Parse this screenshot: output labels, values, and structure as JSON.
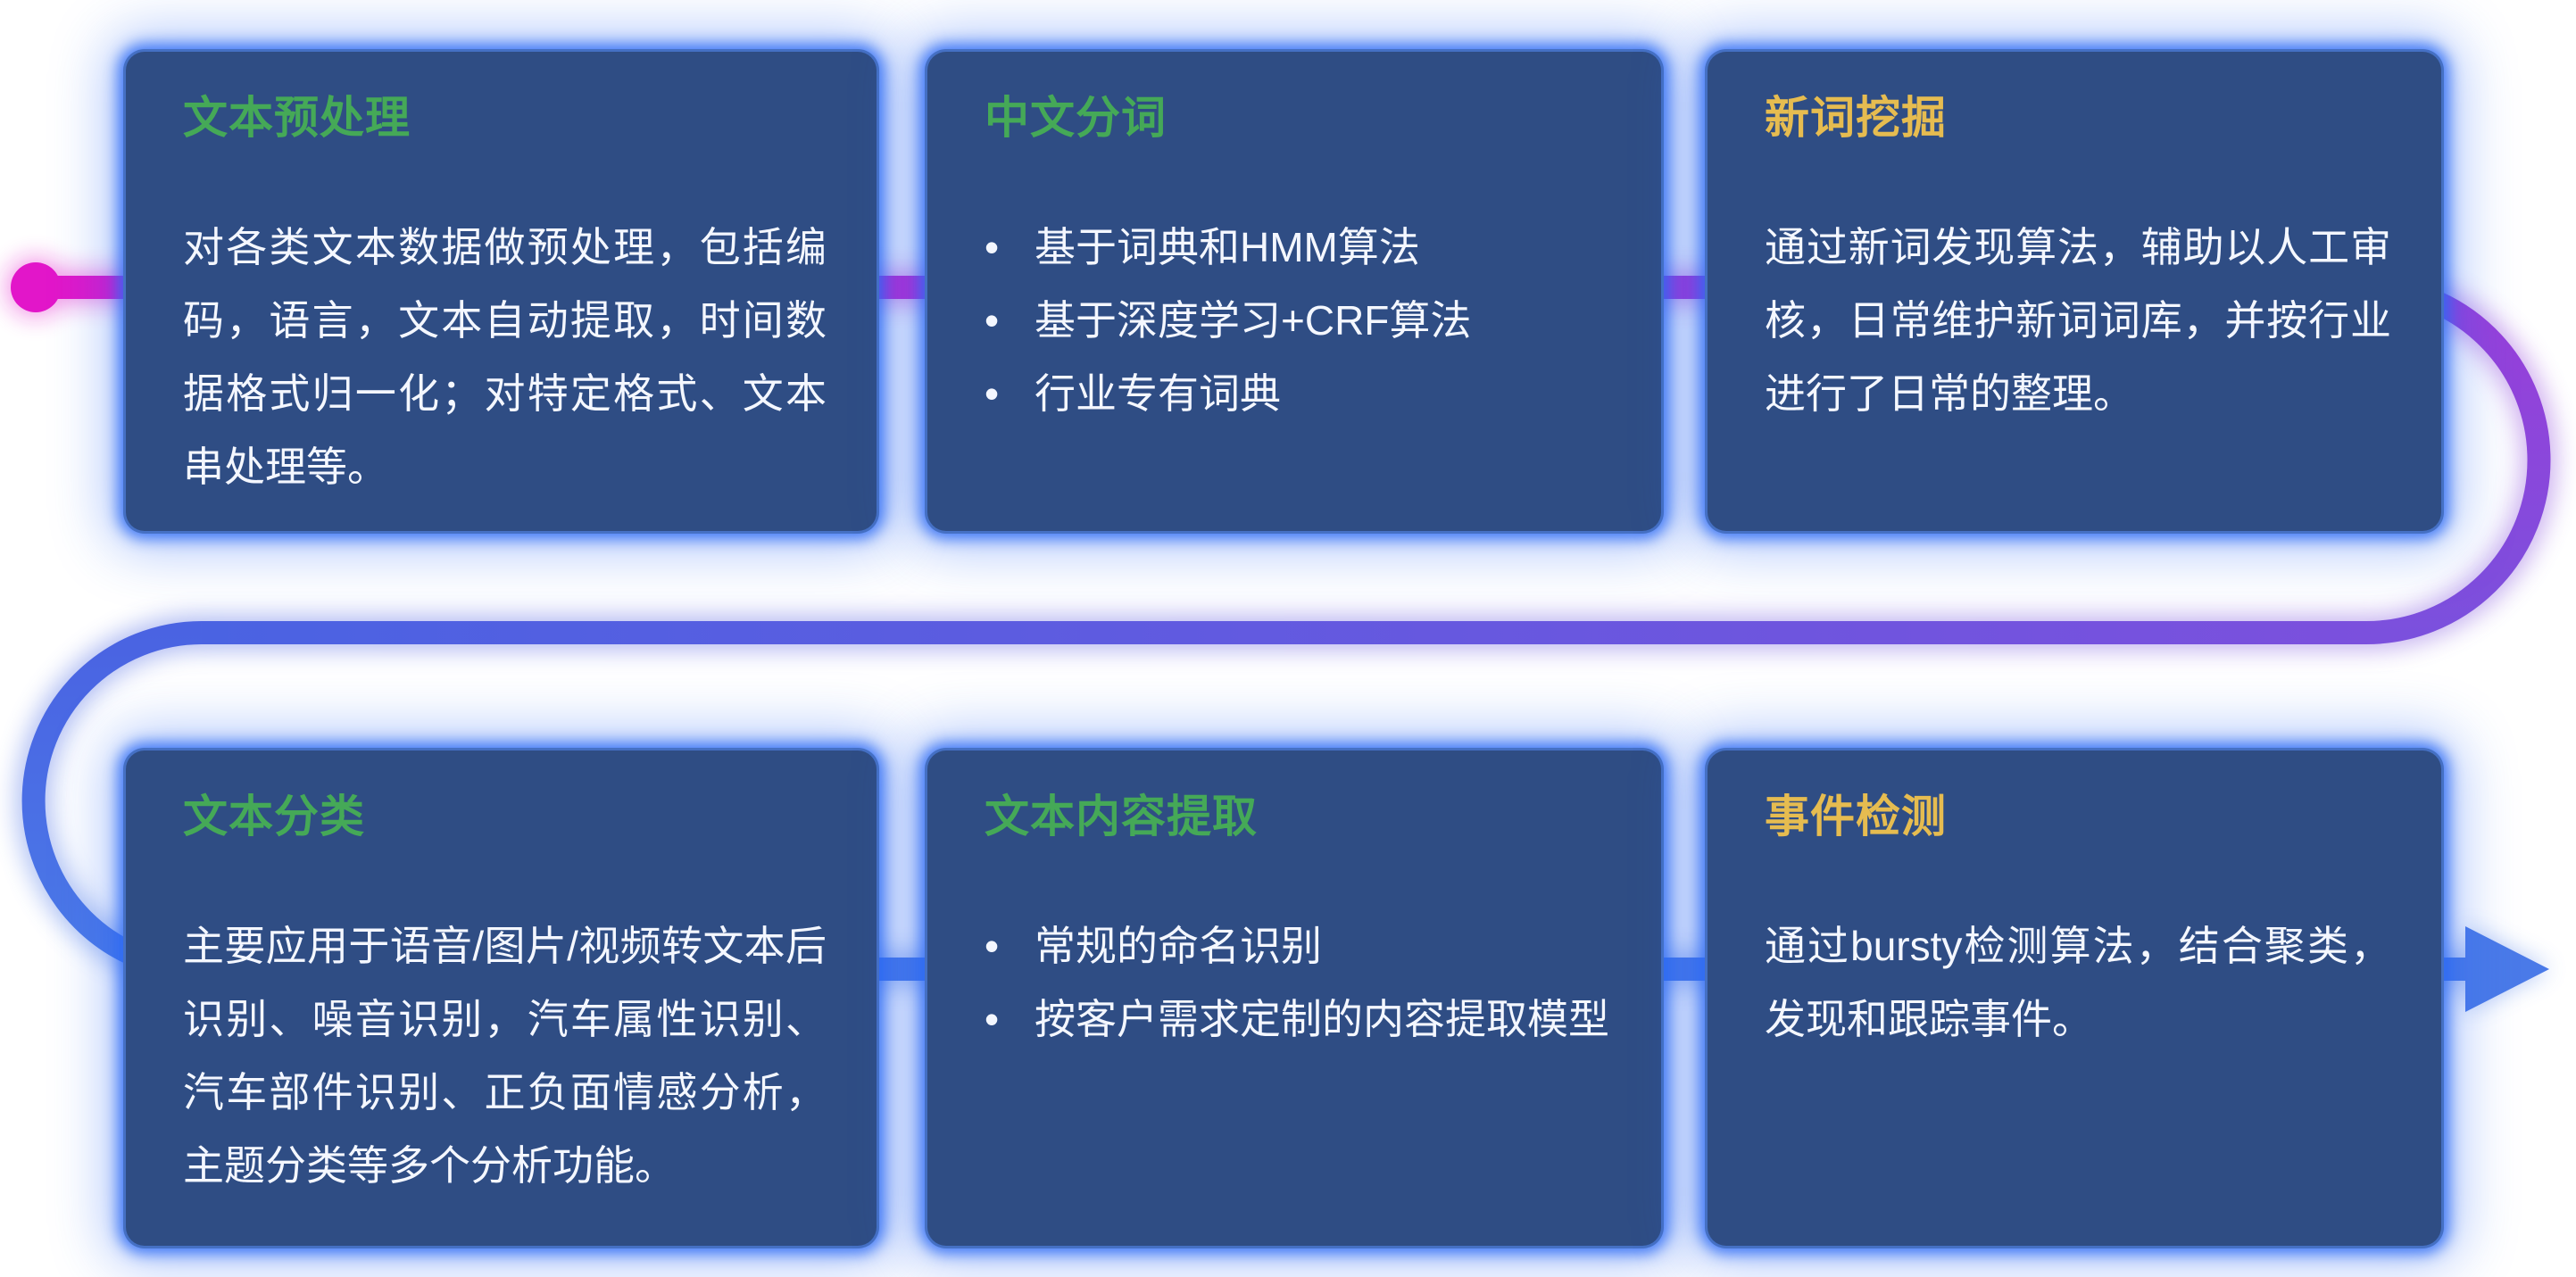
{
  "page": {
    "background": "#ffffff"
  },
  "ui": {
    "bullet_char": "•"
  },
  "colors": {
    "card_background": "#2f4d84",
    "card_glow_blue": "#2c6af5",
    "title_green": "#45a957",
    "title_yellow": "#e6bc50",
    "body_text": "#f4f7ff",
    "flow_start_magenta": "#e216c9",
    "flow_purple": "#9a3ed9",
    "flow_deep_purple": "#7b50dd",
    "flow_indigo": "#4a63e2",
    "flow_end_blue": "#4a7ae8"
  },
  "cards": [
    {
      "id": "text-preprocessing",
      "title": "文本预处理",
      "title_color": "green",
      "body": "对各类文本数据做预处理，包括编码，语言，文本自动提取，时间数据格式归一化；对特定格式、文本串处理等。"
    },
    {
      "id": "chinese-word-segmentation",
      "title": "中文分词",
      "title_color": "green",
      "bullets": [
        "基于词典和HMM算法",
        "基于深度学习+CRF算法",
        "行业专有词典"
      ]
    },
    {
      "id": "new-word-mining",
      "title": "新词挖掘",
      "title_color": "yellow",
      "body": "通过新词发现算法，辅助以人工审核，日常维护新词词库，并按行业进行了日常的整理。"
    },
    {
      "id": "text-classification",
      "title": "文本分类",
      "title_color": "green",
      "body": "主要应用于语音/图片/视频转文本后识别、噪音识别，汽车属性识别、汽车部件识别、正负面情感分析，主题分类等多个分析功能。"
    },
    {
      "id": "text-content-extraction",
      "title": "文本内容提取",
      "title_color": "green",
      "bullets": [
        "常规的命名识别",
        "按客户需求定制的内容提取模型"
      ]
    },
    {
      "id": "event-detection",
      "title": "事件检测",
      "title_color": "yellow",
      "body": "通过bursty检测算法，结合聚类，发现和跟踪事件。"
    }
  ],
  "flow": {
    "start_marker": "dot",
    "end_marker": "arrow-right",
    "direction": "top row left-to-right, U-turn right, middle return, U-turn left, bottom row left-to-right"
  }
}
